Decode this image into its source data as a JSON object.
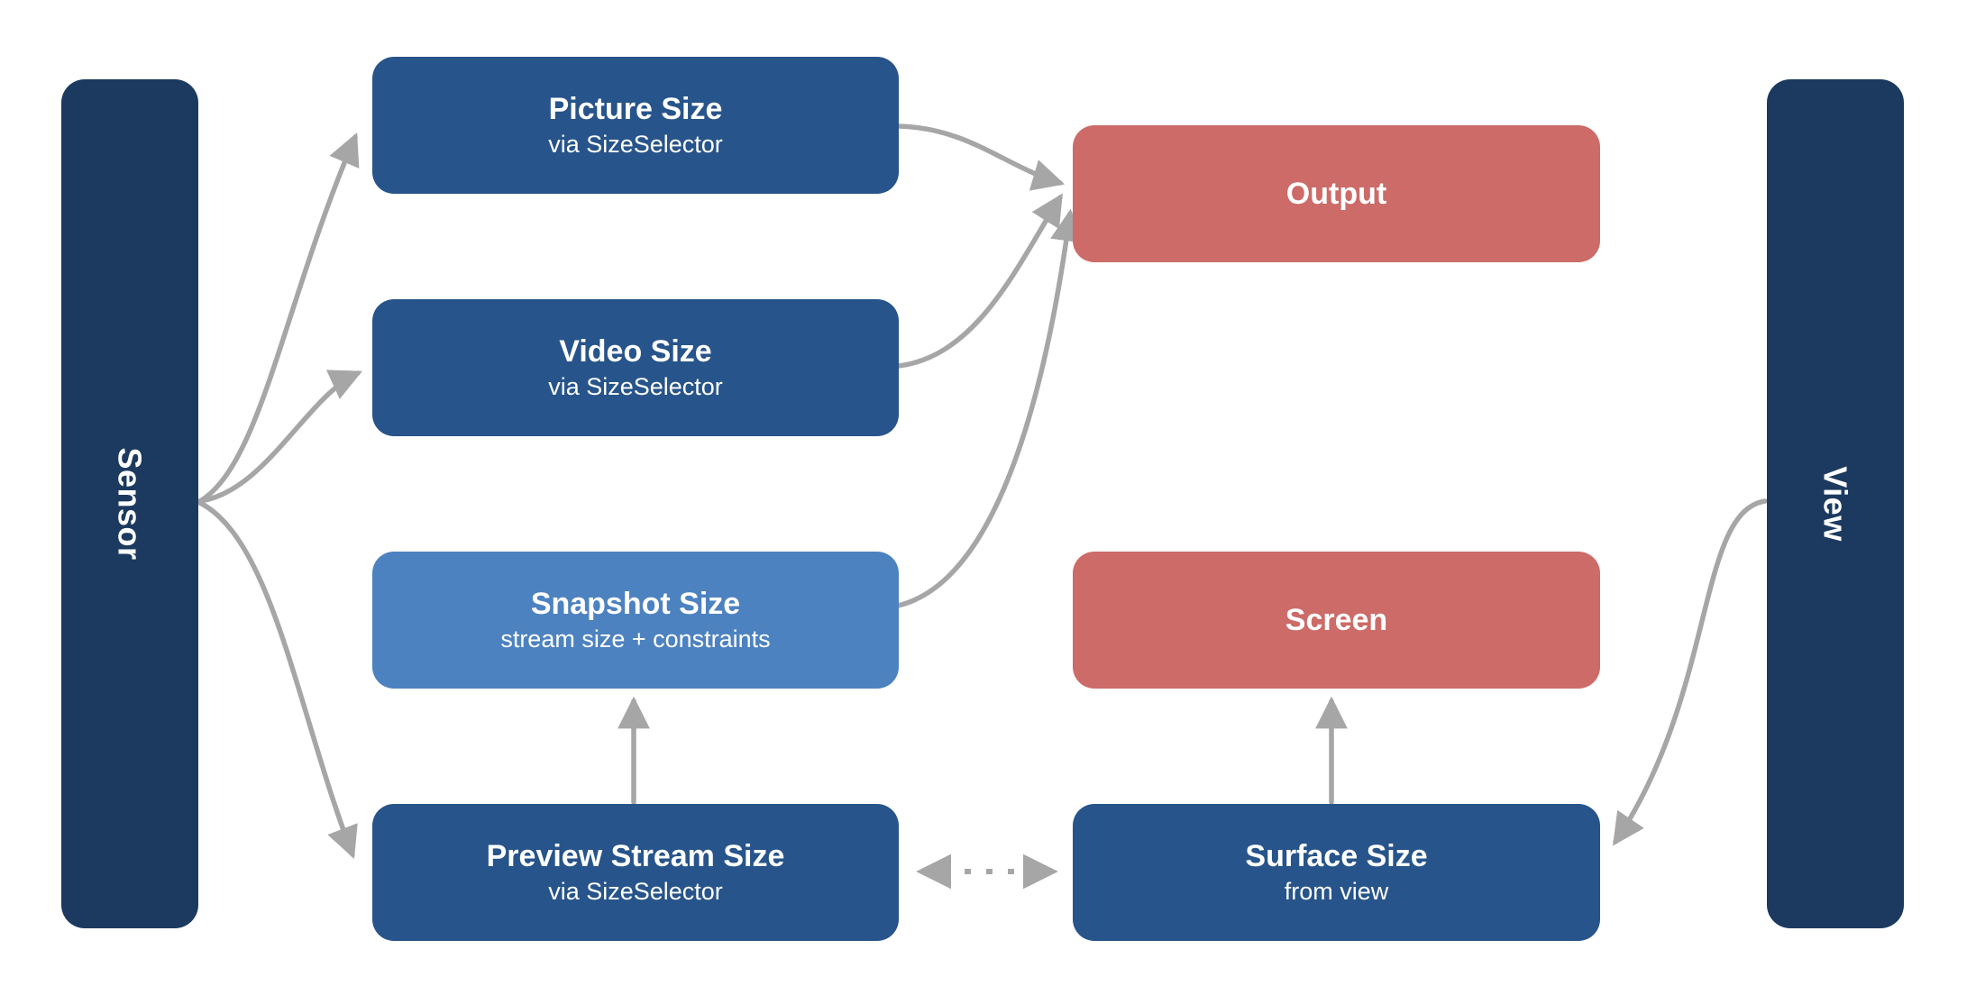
{
  "title": "Camera size selection flow diagram",
  "colors": {
    "navy": "#1C3A5F",
    "blue": "#27548A",
    "light_blue": "#4D82C0",
    "red": "#CC6B68",
    "arrow": "#A6A6A6",
    "background": "#FFFFFF",
    "text": "#FFFFFF"
  },
  "nodes": {
    "sensor": {
      "label": "Sensor"
    },
    "view": {
      "label": "View"
    },
    "picture": {
      "title": "Picture Size",
      "subtitle": "via SizeSelector"
    },
    "video": {
      "title": "Video Size",
      "subtitle": "via SizeSelector"
    },
    "snapshot": {
      "title": "Snapshot Size",
      "subtitle": "stream size + constraints"
    },
    "preview": {
      "title": "Preview Stream Size",
      "subtitle": "via SizeSelector"
    },
    "output": {
      "title": "Output"
    },
    "screen": {
      "title": "Screen"
    },
    "surface": {
      "title": "Surface Size",
      "subtitle": "from view"
    }
  },
  "edges": [
    {
      "from": "sensor",
      "to": "picture",
      "style": "solid",
      "bidirectional": false
    },
    {
      "from": "sensor",
      "to": "video",
      "style": "solid",
      "bidirectional": false
    },
    {
      "from": "sensor",
      "to": "preview",
      "style": "solid",
      "bidirectional": false
    },
    {
      "from": "picture",
      "to": "output",
      "style": "solid",
      "bidirectional": false
    },
    {
      "from": "video",
      "to": "output",
      "style": "solid",
      "bidirectional": false
    },
    {
      "from": "snapshot",
      "to": "output",
      "style": "solid",
      "bidirectional": false
    },
    {
      "from": "preview",
      "to": "snapshot",
      "style": "solid",
      "bidirectional": false
    },
    {
      "from": "surface",
      "to": "screen",
      "style": "solid",
      "bidirectional": false
    },
    {
      "from": "preview",
      "to": "surface",
      "style": "dotted",
      "bidirectional": true
    },
    {
      "from": "view",
      "to": "surface",
      "style": "solid",
      "bidirectional": false
    }
  ]
}
